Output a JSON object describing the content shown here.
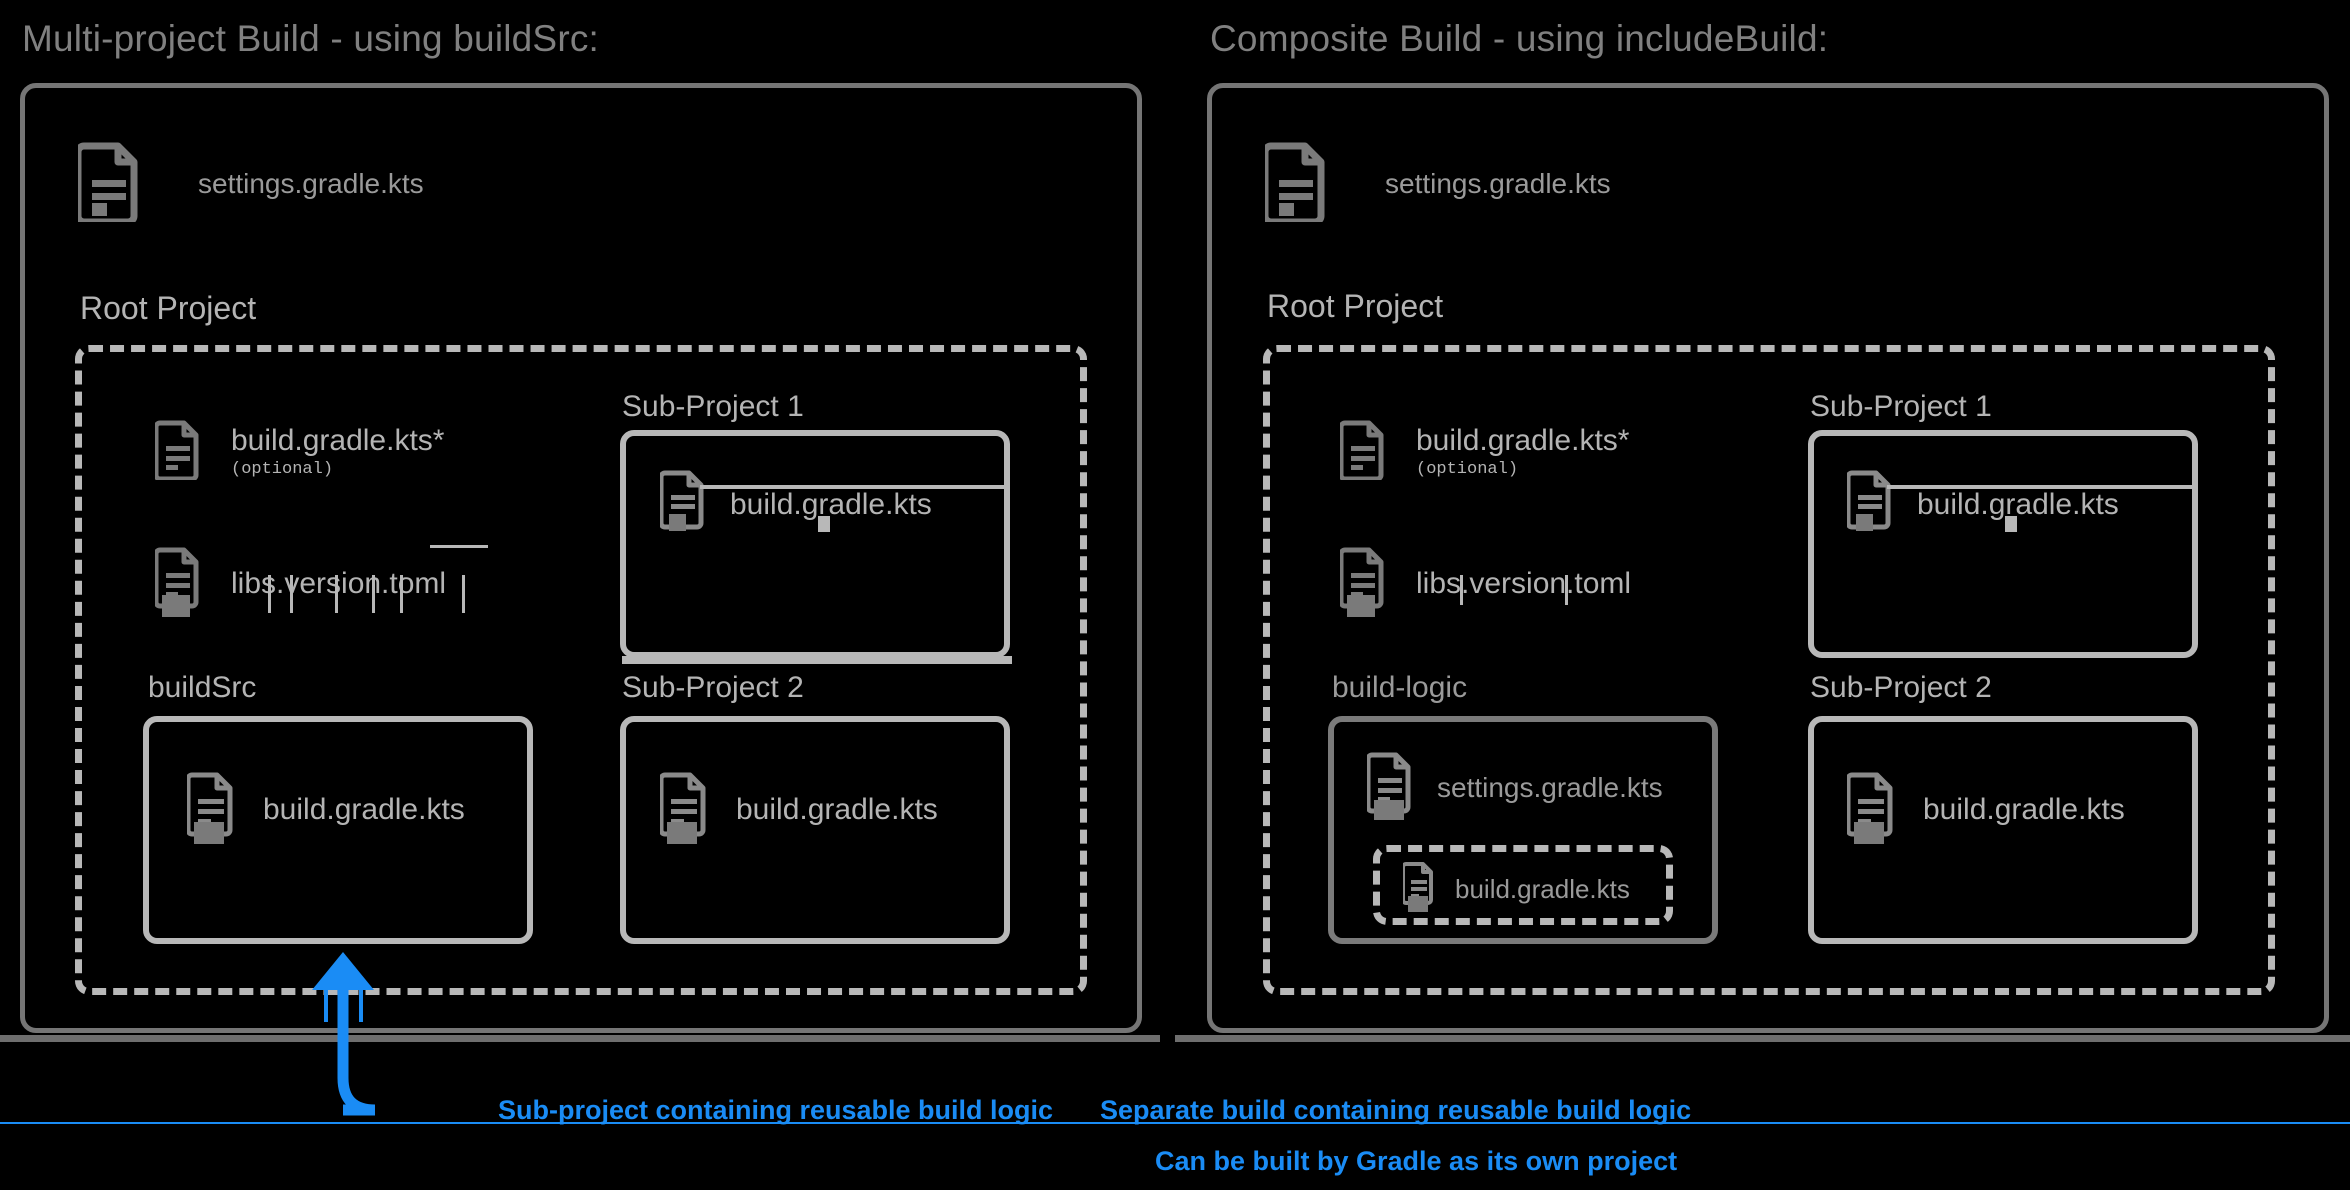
{
  "colors": {
    "background": "#000000",
    "title_gray": "#808080",
    "outer_border": "#757575",
    "box_light": "#b8b8b8",
    "text_gray": "#b4b4b4",
    "accent_blue": "#1a8cf5"
  },
  "panels": [
    {
      "id": "multi-project",
      "title": "Multi-project Build - using buildSrc:",
      "root_settings_file": "settings.gradle.kts",
      "root_project_caption": "Root Project",
      "root_files": [
        {
          "label": "build.gradle.kts*",
          "sub_label": "(optional)",
          "icon": "document-icon"
        },
        {
          "label": "libs.version.toml",
          "sub_label": "",
          "icon": "document-icon"
        }
      ],
      "logic_caption": "buildSrc",
      "logic_files": [
        {
          "label": "build.gradle.kts",
          "icon": "document-icon"
        }
      ],
      "logic_inner": null,
      "subprojects": [
        {
          "caption": "Sub-Project 1",
          "file": "build.gradle.kts"
        },
        {
          "caption": "Sub-Project 2",
          "file": "build.gradle.kts"
        }
      ],
      "annotations": [
        "Sub-project containing reusable build logic"
      ]
    },
    {
      "id": "composite-build",
      "title": "Composite Build - using includeBuild:",
      "root_settings_file": "settings.gradle.kts",
      "root_project_caption": "Root Project",
      "root_files": [
        {
          "label": "build.gradle.kts*",
          "sub_label": "(optional)",
          "icon": "document-icon"
        },
        {
          "label": "libs.version.toml",
          "sub_label": "",
          "icon": "document-icon"
        }
      ],
      "logic_caption": "build-logic",
      "logic_files": [
        {
          "label": "settings.gradle.kts",
          "icon": "document-icon"
        }
      ],
      "logic_inner": {
        "label": "build.gradle.kts",
        "icon": "document-icon"
      },
      "subprojects": [
        {
          "caption": "Sub-Project 1",
          "file": "build.gradle.kts"
        },
        {
          "caption": "Sub-Project 2",
          "file": "build.gradle.kts"
        }
      ],
      "annotations": [
        "Separate build containing reusable build logic",
        "Can be built by Gradle as its own project"
      ]
    }
  ]
}
